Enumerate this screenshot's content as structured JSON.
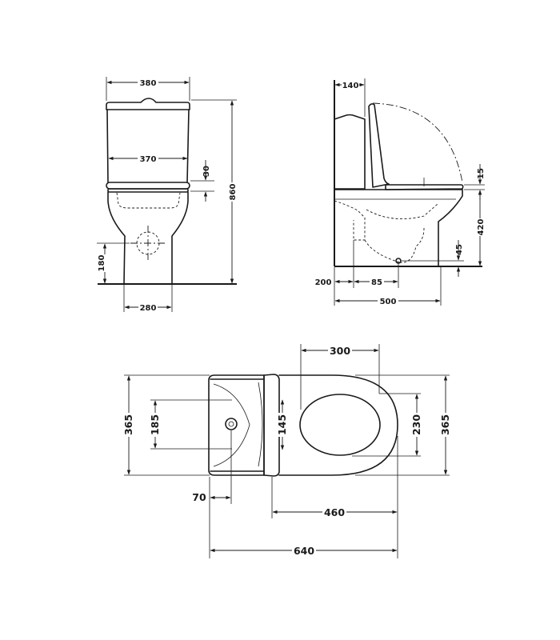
{
  "front_view": {
    "overall_width": "380",
    "tank_width": "370",
    "seat_to_lid_gap": "30",
    "total_height": "860",
    "outlet_height": "180",
    "base_width": "280"
  },
  "side_view": {
    "tank_depth": "140",
    "lid_thickness": "15",
    "seat_height": "420",
    "outlet_center_height": "45",
    "wall_offset": "200",
    "outlet_setback": "85",
    "overall_depth": "500"
  },
  "top_view": {
    "bowl_opening_length": "300",
    "fixing_spacing": "185",
    "seat_hinge_width": "145",
    "bowl_opening_width": "230",
    "overall_width_left": "365",
    "overall_width_right": "365",
    "outlet_from_wall": "70",
    "bowl_length": "460",
    "overall_length": "640"
  }
}
